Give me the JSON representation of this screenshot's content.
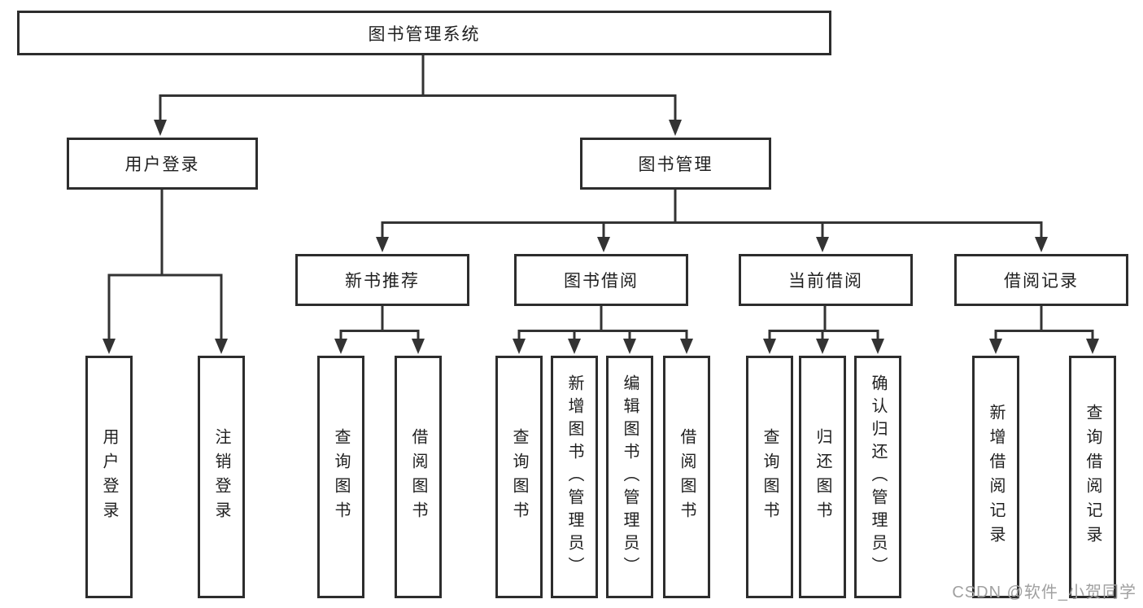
{
  "tree": {
    "root": {
      "label": "图书管理系统",
      "children": [
        {
          "label": "用户登录",
          "children": [
            {
              "label": "用户登录"
            },
            {
              "label": "注销登录"
            }
          ]
        },
        {
          "label": "图书管理",
          "children": [
            {
              "label": "新书推荐",
              "children": [
                {
                  "label": "查询图书"
                },
                {
                  "label": "借阅图书"
                }
              ]
            },
            {
              "label": "图书借阅",
              "children": [
                {
                  "label": "查询图书"
                },
                {
                  "label": "新增图书（管理员）"
                },
                {
                  "label": "编辑图书（管理员）"
                },
                {
                  "label": "借阅图书"
                }
              ]
            },
            {
              "label": "当前借阅",
              "children": [
                {
                  "label": "查询图书"
                },
                {
                  "label": "归还图书"
                },
                {
                  "label": "确认归还（管理员）"
                }
              ]
            },
            {
              "label": "借阅记录",
              "children": [
                {
                  "label": "新增借阅记录"
                },
                {
                  "label": "查询借阅记录"
                }
              ]
            }
          ]
        }
      ]
    }
  },
  "watermark": {
    "text": "CSDN @软件_小贺同学"
  },
  "colors": {
    "line": "#333333",
    "box_border": "#2d2d2d",
    "text": "#1f1f1f",
    "watermark": "#a0a0a0",
    "background": "#ffffff"
  }
}
